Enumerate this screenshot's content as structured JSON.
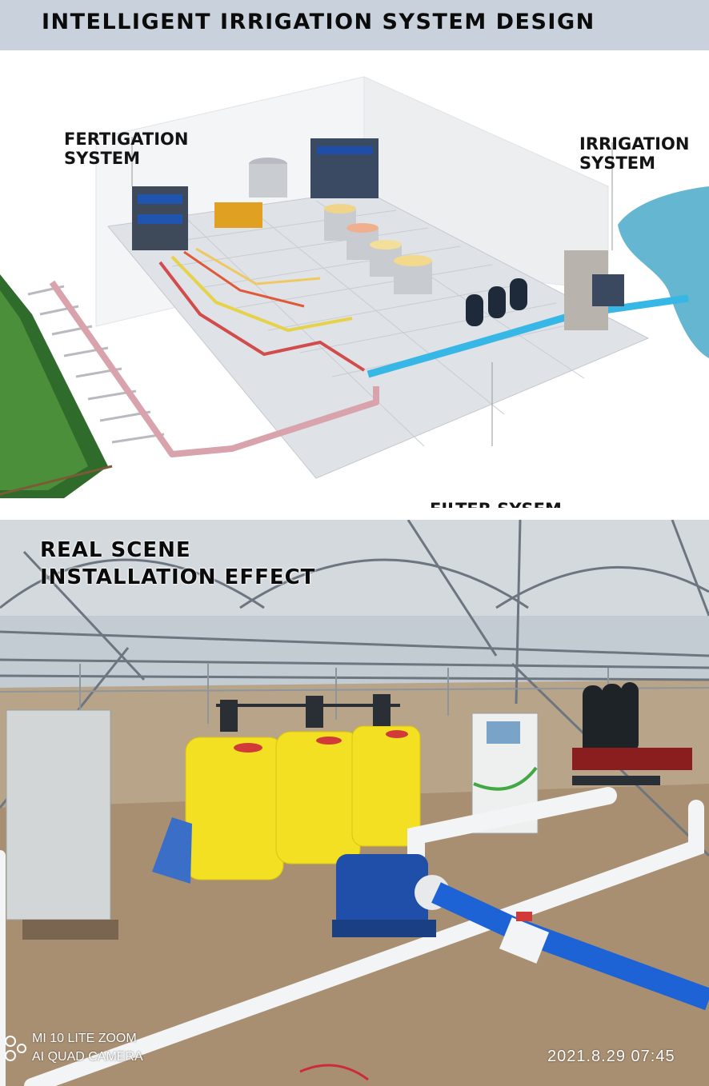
{
  "header": {
    "title": "INTELLIGENT IRRIGATION SYSTEM DESIGN"
  },
  "diagram": {
    "labels": {
      "fertigation": "FERTIGATION\nSYSTEM",
      "irrigation": "IRRIGATION\nSYSTEM",
      "filter": "FILTER SYSEM"
    }
  },
  "photo": {
    "title": "REAL SCENE\nINSTALLATION EFFECT",
    "camera_model": "MI 10 LITE ZOOM",
    "camera_mode": "AI QUAD CAMERA",
    "timestamp": "2021.8.29  07:45"
  },
  "colors": {
    "header_bg": "#c9d1dc",
    "tank_yellow": "#f3e023",
    "pipe_blue": "#1e63d6",
    "water": "#4aa9c9"
  }
}
